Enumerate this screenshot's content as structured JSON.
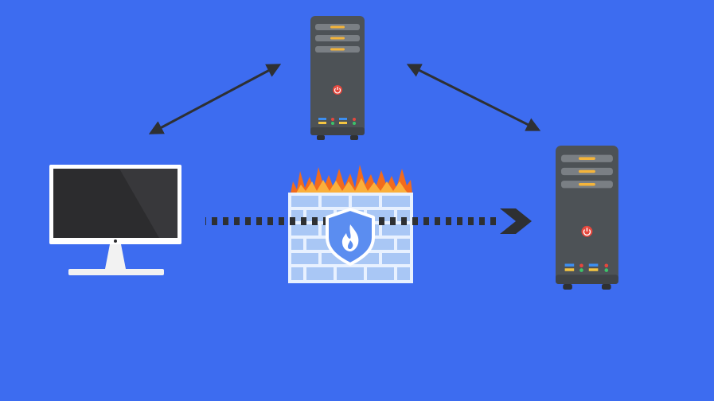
{
  "colors": {
    "background": "#3d6cf0",
    "server_body": "#4d5256",
    "server_body_dark": "#3f4347",
    "drive_bay": "#7a7f84",
    "drive_led": "#f4b43a",
    "power_red": "#e5473d",
    "port_blue": "#3d8ef0",
    "port_yellow": "#f4c542",
    "port_green": "#3cc46a",
    "monitor_bezel": "#ffffff",
    "monitor_screen": "#2c2c2e",
    "monitor_stand": "#f2f2f2",
    "arrow": "#2e3033",
    "firewall_brick": "#a9c7f5",
    "firewall_mortar": "#e8f1ff",
    "flame_outer": "#f26b1d",
    "flame_inner": "#fbb03b",
    "shield_fill": "#5b8df0",
    "shield_outline": "#ffffff"
  },
  "nodes": [
    {
      "id": "computer",
      "icon": "monitor-icon"
    },
    {
      "id": "server-top",
      "icon": "server-icon"
    },
    {
      "id": "server-right",
      "icon": "server-icon"
    },
    {
      "id": "firewall",
      "icon": "firewall-icon"
    }
  ],
  "edges": [
    {
      "from": "computer",
      "to": "server-top",
      "style": "solid",
      "direction": "both"
    },
    {
      "from": "server-top",
      "to": "server-right",
      "style": "solid",
      "direction": "both"
    },
    {
      "from": "computer",
      "to": "server-right",
      "style": "dashed",
      "direction": "forward",
      "through": "firewall"
    }
  ]
}
